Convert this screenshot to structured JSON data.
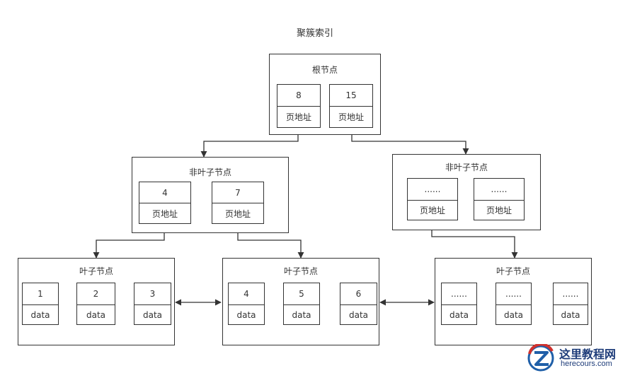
{
  "title": "聚簇索引",
  "root": {
    "label": "根节点",
    "cells": [
      {
        "key": "8",
        "addr": "页地址"
      },
      {
        "key": "15",
        "addr": "页地址"
      }
    ]
  },
  "internal": [
    {
      "label": "非叶子节点",
      "cells": [
        {
          "key": "4",
          "addr": "页地址"
        },
        {
          "key": "7",
          "addr": "页地址"
        }
      ]
    },
    {
      "label": "非叶子节点",
      "cells": [
        {
          "key": "......",
          "addr": "页地址"
        },
        {
          "key": "......",
          "addr": "页地址"
        }
      ]
    }
  ],
  "leaves": [
    {
      "label": "叶子节点",
      "cells": [
        {
          "key": "1",
          "val": "data"
        },
        {
          "key": "2",
          "val": "data"
        },
        {
          "key": "3",
          "val": "data"
        }
      ]
    },
    {
      "label": "叶子节点",
      "cells": [
        {
          "key": "4",
          "val": "data"
        },
        {
          "key": "5",
          "val": "data"
        },
        {
          "key": "6",
          "val": "data"
        }
      ]
    },
    {
      "label": "叶子节点",
      "cells": [
        {
          "key": "......",
          "val": "data"
        },
        {
          "key": "......",
          "val": "data"
        },
        {
          "key": "......",
          "val": "data"
        }
      ]
    }
  ],
  "watermark": {
    "title": "这里教程网",
    "url": "herecours.com",
    "accent": "#d0312d",
    "blue": "#1f5fa8"
  }
}
